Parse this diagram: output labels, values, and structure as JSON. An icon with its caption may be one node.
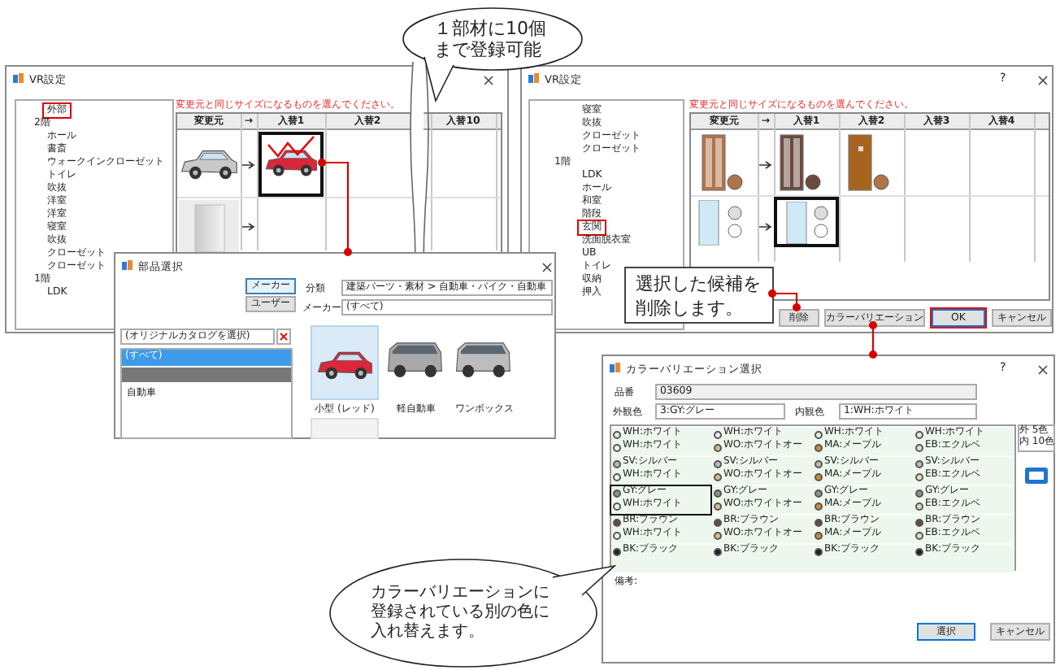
{
  "diagram": {
    "nodes": [
      {
        "text": [
          "VR設定"
        ]
      },
      {
        "text": [],
        "shape": "picture",
        "in": 0
      },
      {
        "text": [
          "VR設定"
        ]
      },
      {
        "text": [
          "削除"
        ],
        "in": 2
      },
      {
        "text": [
          "カラーバリエーション"
        ],
        "in": 2
      },
      {
        "text": [
          "OK"
        ],
        "in": 2
      },
      {
        "text": [
          "キャンセル"
        ],
        "in": 2
      },
      {
        "text": [
          "部品選択"
        ]
      },
      {
        "text": [
          "カラーバリエーション選択"
        ]
      },
      {
        "text": [
          "選択"
        ],
        "in": 8
      },
      {
        "text": [
          "キャンセル"
        ],
        "in": 8
      },
      {
        "text": [
          "１部材に10個まで登録可能"
        ]
      },
      {
        "text": [
          "選択した候補を削除します。"
        ],
        "in": 2
      },
      {
        "text": [
          "カラーバリエーションに登録されている別の色に入れ替えます。"
        ]
      }
    ],
    "edges": [
      {
        "from": 1,
        "to": 7,
        "arrow": "other"
      },
      {
        "from": 12,
        "to": 3,
        "arrow": "other"
      },
      {
        "from": 4,
        "to": 8,
        "arrow": "other"
      }
    ],
    "labels": [
      "外部",
      "2階",
      "ホール",
      "書斎",
      "ウォークインクローゼット",
      "トイレ",
      "吹抜",
      "洋室",
      "洋室",
      "寝室",
      "吹抜",
      "クローゼット",
      "クローゼット",
      "1階",
      "LDK",
      "変更元と同じサイズになるものを選んでください。",
      "変更元",
      "→",
      "入替1",
      "入替2",
      "入替10",
      "?",
      "寝室",
      "吹抜",
      "クローゼット",
      "クローゼット",
      "1階",
      "LDK",
      "ホール",
      "和室",
      "階段",
      "玄関",
      "洗面脱衣室",
      "UB",
      "トイレ",
      "収納",
      "押入",
      "変更元と同じサイズになるものを選んでください。",
      "変更元",
      "→",
      "入替1",
      "入替2",
      "入替3",
      "入替4",
      "メーカー",
      "ユーザー",
      "分類",
      "建築パーツ・素材 > 自動車・バイク・自動車",
      "メーカー",
      "(すべて)",
      "(オリジナルカタログを選択)",
      "(すべて)",
      "自動車",
      "小型 (レッド)",
      "軽自動車",
      "ワンボックス",
      "?",
      "品番",
      "03609",
      "外観色",
      "3:GY:グレー",
      "内観色",
      "1:WH:ホワイト",
      "WH:ホワイト",
      "WH:ホワイト",
      "WH:ホワイト",
      "WH:ホワイト",
      "WH:ホワイト",
      "WO:ホワイトオー",
      "MA:メープル",
      "EB:エクルベ",
      "SV:シルバー",
      "SV:シルバー",
      "SV:シルバー",
      "SV:シルバー",
      "WH:ホワイト",
      "WO:ホワイトオー",
      "MA:メープル",
      "EB:エクルベ",
      "GY:グレー",
      "GY:グレー",
      "GY:グレー",
      "GY:グレー",
      "WH:ホワイト",
      "WO:ホワイトオー",
      "MA:メープル",
      "EB:エクルベ",
      "BR:ブラウン",
      "BR:ブラウン",
      "BR:ブラウン",
      "BR:ブラウン",
      "WH:ホワイト",
      "WO:ホワイトオー",
      "MA:メープル",
      "EB:エクルベ",
      "BK:ブラック",
      "BK:ブラック",
      "BK:ブラック",
      "BK:ブラック",
      "外 5色",
      "内 10色",
      "備考:"
    ]
  }
}
